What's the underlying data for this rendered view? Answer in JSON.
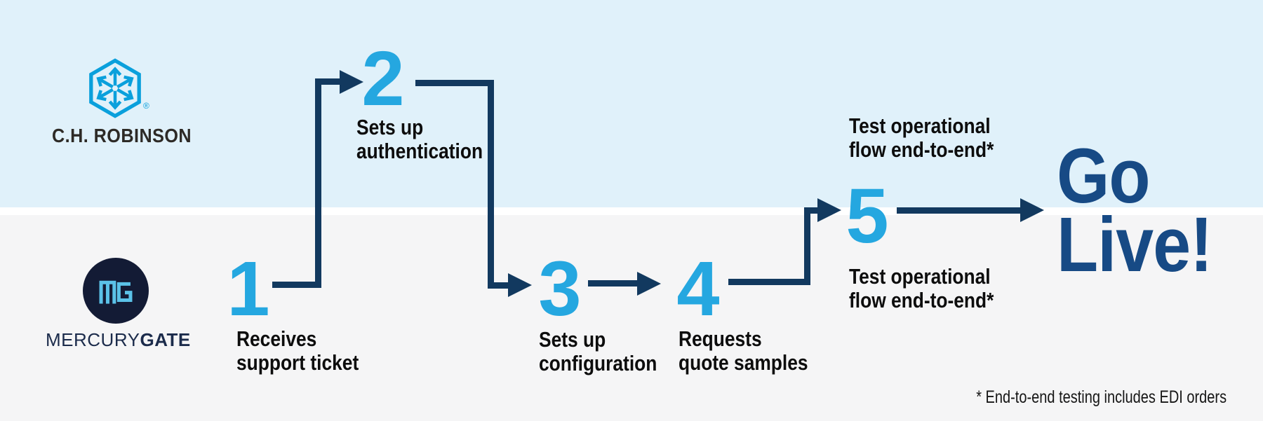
{
  "colors": {
    "bg_blue": "#e0f1fa",
    "bg_gray": "#f5f5f6",
    "divider_white": "#ffffff",
    "step_number_blue": "#25a7e0",
    "connector_navy": "#12395f",
    "go_live_navy": "#174a85",
    "chr_blue": "#0aa0dc",
    "chr_text": "#2d2a26",
    "mg_circle_navy": "#131b35",
    "mg_monogram_blue": "#5bc2e8",
    "mg_text_navy": "#1b2b4b",
    "label_black": "#0d0d0d",
    "footnote_black": "#161616"
  },
  "logos": {
    "chrobinson": {
      "wordmark": "C.H. ROBINSON",
      "registered_mark": "®"
    },
    "mercurygate": {
      "monogram": "MG",
      "wordmark_regular": "MERCURY",
      "wordmark_bold": "GATE"
    }
  },
  "steps": [
    {
      "number": "1",
      "label_lines": [
        "Receives",
        "support ticket"
      ]
    },
    {
      "number": "2",
      "label_lines": [
        "Sets up",
        "authentication"
      ]
    },
    {
      "number": "3",
      "label_lines": [
        "Sets up",
        "configuration"
      ]
    },
    {
      "number": "4",
      "label_lines": [
        "Requests",
        "quote samples"
      ]
    },
    {
      "number": "5",
      "label_lines": [
        "Test operational",
        "flow end-to-end*"
      ]
    }
  ],
  "go_live": {
    "line1": "Go",
    "line2": "Live!"
  },
  "footnote": "* End-to-end testing includes EDI orders"
}
